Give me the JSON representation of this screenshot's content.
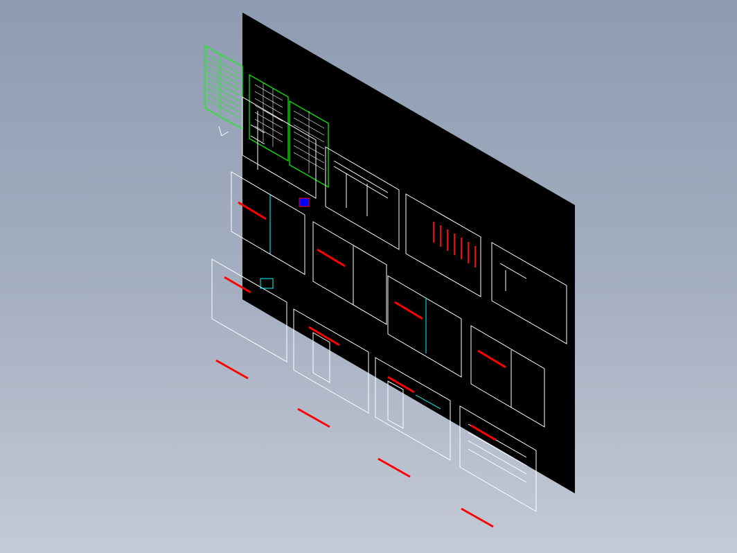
{
  "viewport": {
    "background_top": "#8e9bb0",
    "background_bottom": "#c4cad6",
    "sheet_color": "#000000"
  },
  "colors": {
    "frame": "#ffffff",
    "selected": "#00ff00",
    "title_block": "#ff0000",
    "accent_cyan": "#00ffff",
    "accent_blue": "#0000ff",
    "accent_magenta": "#ff00ff"
  },
  "drawing_sheets": [
    {
      "id": "sheet-1",
      "kind": "table",
      "selected": true
    },
    {
      "id": "sheet-2",
      "kind": "circuit",
      "selected": true
    },
    {
      "id": "sheet-3",
      "kind": "table",
      "selected": true
    },
    {
      "id": "sheet-4",
      "kind": "circuit",
      "selected": false
    },
    {
      "id": "sheet-5",
      "kind": "circuit",
      "selected": false
    },
    {
      "id": "sheet-6",
      "kind": "bars",
      "selected": false
    },
    {
      "id": "sheet-7",
      "kind": "sparse",
      "selected": false
    },
    {
      "id": "sheet-8",
      "kind": "circuit",
      "selected": false
    },
    {
      "id": "sheet-9",
      "kind": "circuit",
      "selected": false
    },
    {
      "id": "sheet-10",
      "kind": "circuit",
      "selected": false
    },
    {
      "id": "sheet-11",
      "kind": "circuit",
      "selected": false
    },
    {
      "id": "sheet-12",
      "kind": "panel",
      "selected": false
    },
    {
      "id": "sheet-13",
      "kind": "panel",
      "selected": false
    },
    {
      "id": "sheet-14",
      "kind": "table",
      "selected": false
    }
  ]
}
